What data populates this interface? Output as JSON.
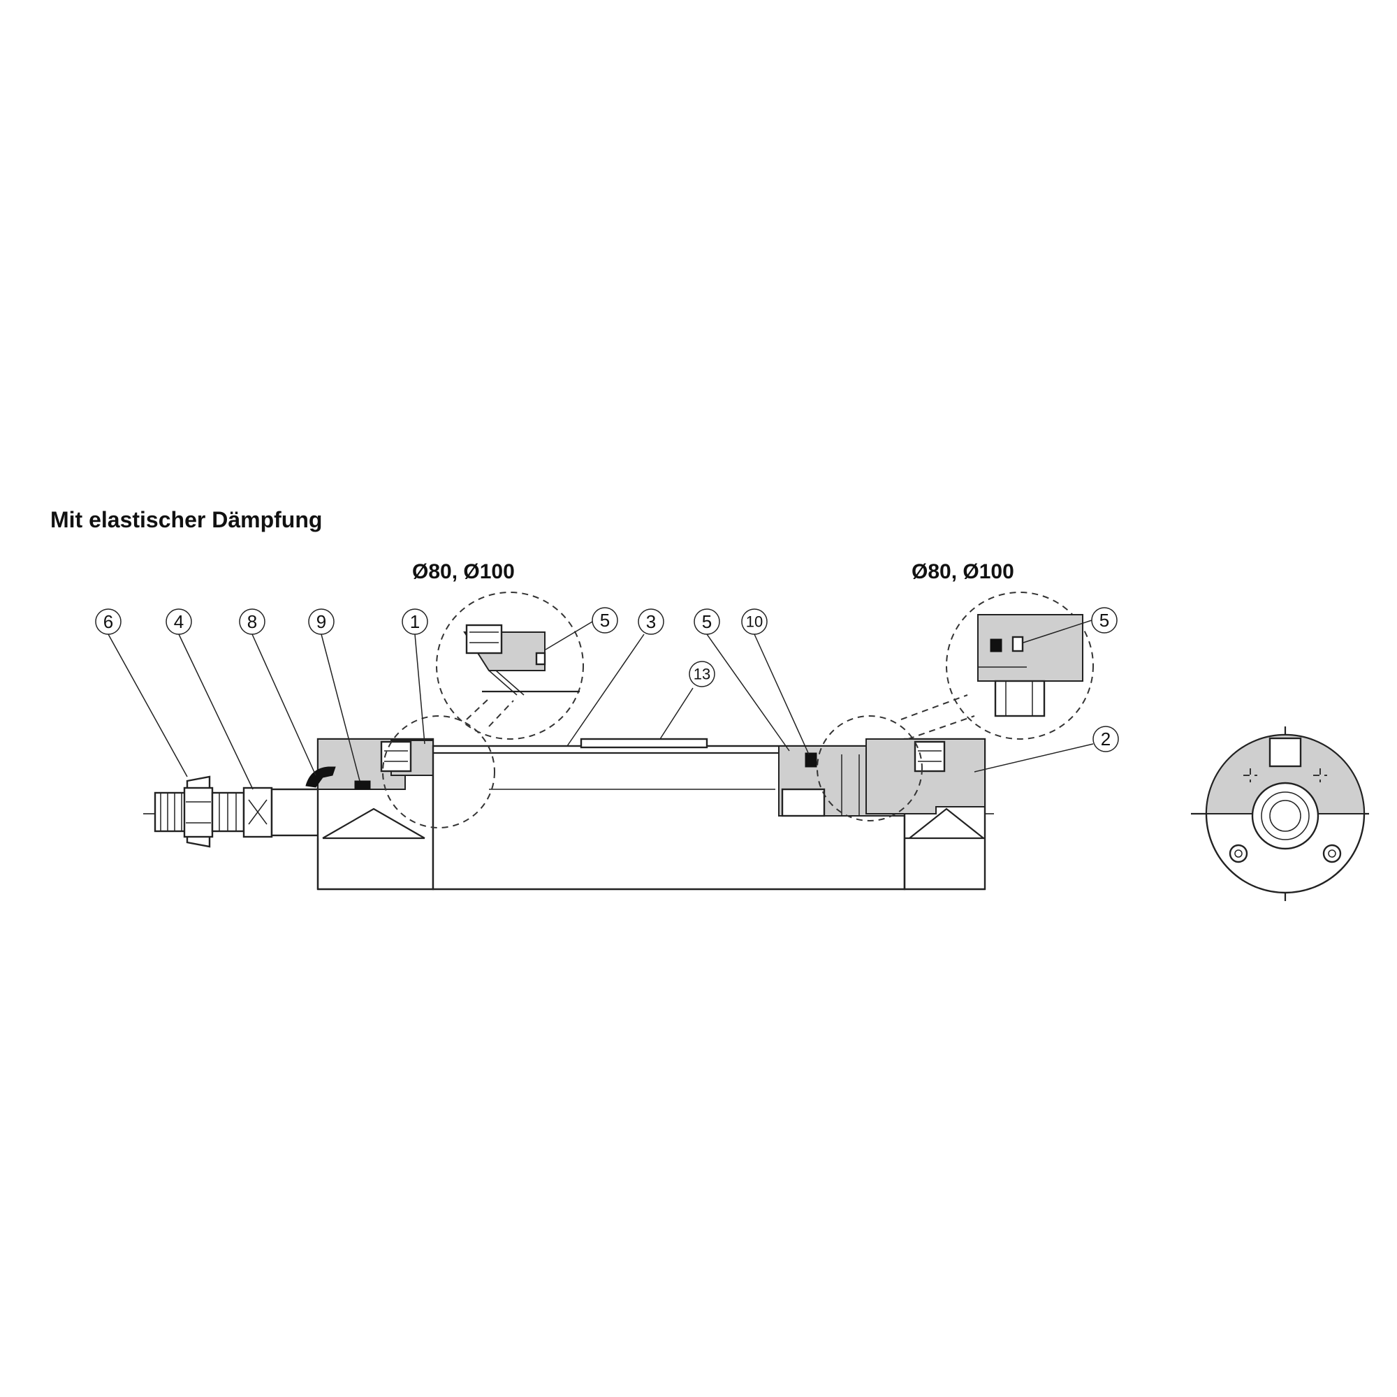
{
  "title": "Mit elastischer Dämpfung",
  "detail_labels": {
    "left": "Ø80, Ø100",
    "right": "Ø80, Ø100"
  },
  "callouts": {
    "c6": "6",
    "c4": "4",
    "c8": "8",
    "c9": "9",
    "c1": "1",
    "c5a": "5",
    "c3": "3",
    "c5b": "5",
    "c10": "10",
    "c13": "13",
    "c5c": "5",
    "c2": "2"
  }
}
